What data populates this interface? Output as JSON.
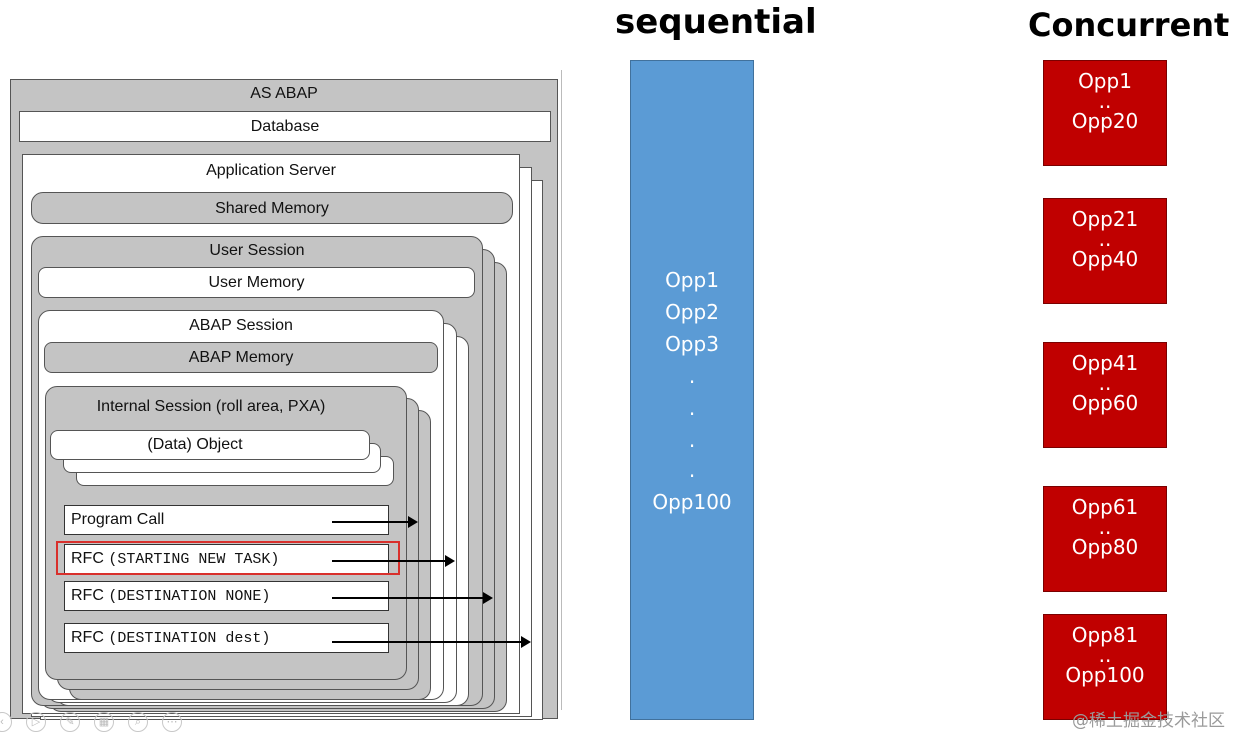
{
  "diagram": {
    "as_abap": "AS ABAP",
    "database": "Database",
    "application_server": "Application Server",
    "shared_memory": "Shared Memory",
    "user_session": "User Session",
    "user_memory": "User Memory",
    "abap_session": "ABAP Session",
    "abap_memory": "ABAP Memory",
    "internal_session": "Internal Session (roll area, PXA)",
    "data_object": "(Data) Object",
    "calls": [
      {
        "prefix": "Program Call",
        "code": ""
      },
      {
        "prefix": "RFC ",
        "code": "(STARTING NEW TASK)"
      },
      {
        "prefix": "RFC ",
        "code": "(DESTINATION NONE)"
      },
      {
        "prefix": "RFC ",
        "code": "(DESTINATION dest)"
      }
    ],
    "highlight_color": "#d9302c"
  },
  "sequential": {
    "heading": "sequential",
    "items": [
      "Opp1",
      "Opp2",
      "Opp3",
      ".",
      ".",
      ".",
      ".",
      "Opp100"
    ],
    "color": "#5b9bd5"
  },
  "concurrent": {
    "heading": "Concurrent",
    "color": "#c00000",
    "groups": [
      {
        "start": "Opp1",
        "dots": "..",
        "end": "Opp20"
      },
      {
        "start": "Opp21",
        "dots": "..",
        "end": "Opp40"
      },
      {
        "start": "Opp41",
        "dots": "..",
        "end": "Opp60"
      },
      {
        "start": "Opp61",
        "dots": "..",
        "end": "Opp80"
      },
      {
        "start": "Opp81",
        "dots": "..",
        "end": "Opp100"
      }
    ]
  },
  "toolbar": {
    "icons": [
      "slide-prev-icon",
      "play-icon",
      "pen-icon",
      "slides-icon",
      "zoom-icon",
      "more-icon"
    ],
    "glyphs": [
      "‹",
      "▷",
      "✎",
      "▦",
      "⌕",
      "⋯"
    ]
  },
  "watermark": "@稀土掘金技术社区"
}
